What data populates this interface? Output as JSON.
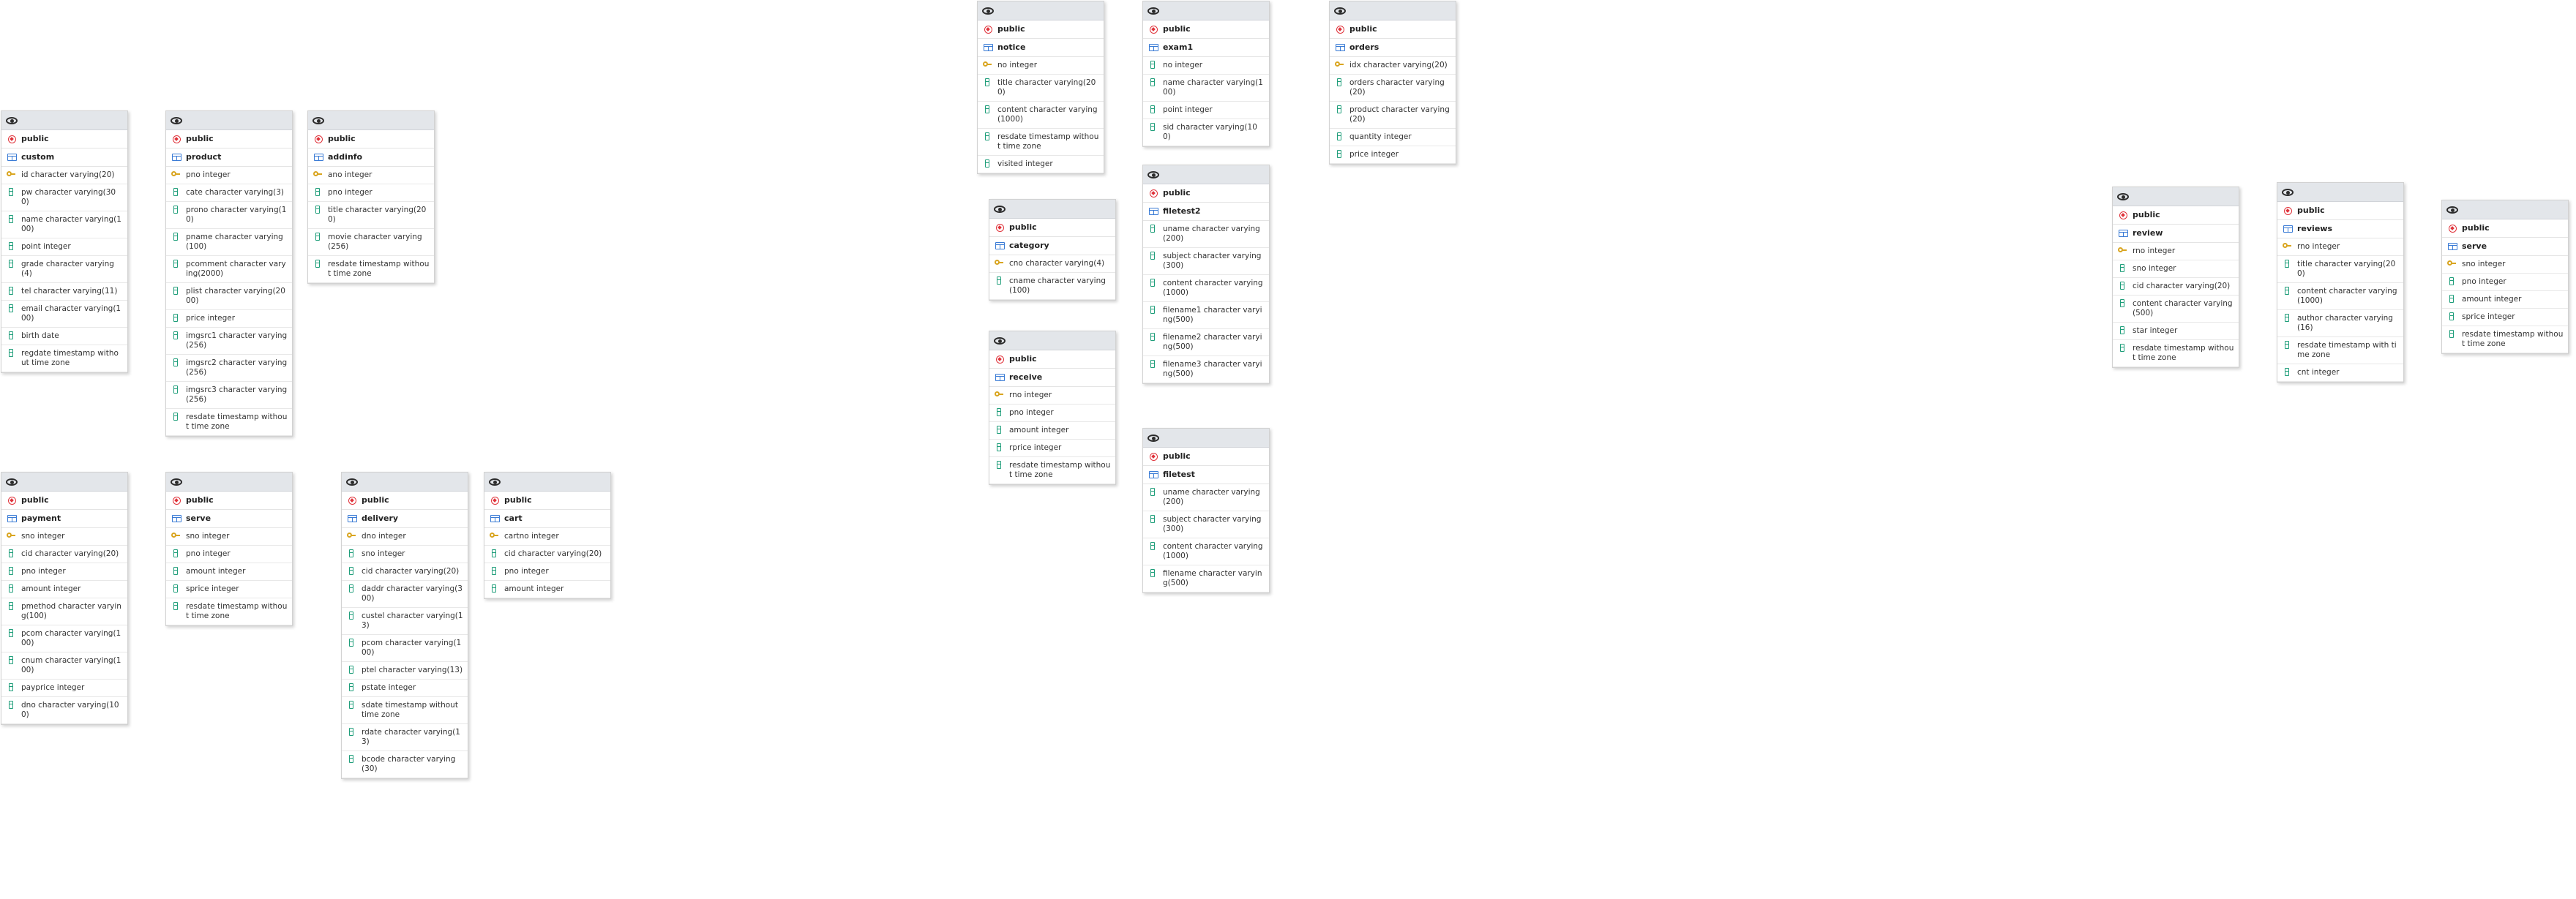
{
  "diagram": {
    "tables": [
      {
        "id": "custom",
        "schema": "public",
        "name": "custom",
        "columns": [
          {
            "key": true,
            "text": "id character varying(20)"
          },
          {
            "key": false,
            "text": "pw character varying(300)"
          },
          {
            "key": false,
            "text": "name character varying(100)"
          },
          {
            "key": false,
            "text": "point integer"
          },
          {
            "key": false,
            "text": "grade character varying(4)"
          },
          {
            "key": false,
            "text": "tel character varying(11)"
          },
          {
            "key": false,
            "text": "email character varying(100)"
          },
          {
            "key": false,
            "text": "birth date"
          },
          {
            "key": false,
            "text": "regdate timestamp without time zone"
          }
        ]
      },
      {
        "id": "product",
        "schema": "public",
        "name": "product",
        "columns": [
          {
            "key": true,
            "text": "pno integer"
          },
          {
            "key": false,
            "text": "cate character varying(3)"
          },
          {
            "key": false,
            "text": "prono character varying(10)"
          },
          {
            "key": false,
            "text": "pname character varying(100)"
          },
          {
            "key": false,
            "text": "pcomment character varying(2000)"
          },
          {
            "key": false,
            "text": "plist character varying(2000)"
          },
          {
            "key": false,
            "text": "price integer"
          },
          {
            "key": false,
            "text": "imgsrc1 character varying(256)"
          },
          {
            "key": false,
            "text": "imgsrc2 character varying(256)"
          },
          {
            "key": false,
            "text": "imgsrc3 character varying(256)"
          },
          {
            "key": false,
            "text": "resdate timestamp without time zone"
          }
        ]
      },
      {
        "id": "addinfo",
        "schema": "public",
        "name": "addinfo",
        "columns": [
          {
            "key": true,
            "text": "ano integer"
          },
          {
            "key": false,
            "text": "pno integer"
          },
          {
            "key": false,
            "text": "title character varying(200)"
          },
          {
            "key": false,
            "text": "movie character varying(256)"
          },
          {
            "key": false,
            "text": "resdate timestamp without time zone"
          }
        ]
      },
      {
        "id": "payment",
        "schema": "public",
        "name": "payment",
        "columns": [
          {
            "key": true,
            "text": "sno integer"
          },
          {
            "key": false,
            "text": "cid character varying(20)"
          },
          {
            "key": false,
            "text": "pno integer"
          },
          {
            "key": false,
            "text": "amount integer"
          },
          {
            "key": false,
            "text": "pmethod character varying(100)"
          },
          {
            "key": false,
            "text": "pcom character varying(100)"
          },
          {
            "key": false,
            "text": "cnum character varying(100)"
          },
          {
            "key": false,
            "text": "payprice integer"
          },
          {
            "key": false,
            "text": "dno character varying(100)"
          }
        ]
      },
      {
        "id": "serve1",
        "schema": "public",
        "name": "serve",
        "columns": [
          {
            "key": true,
            "text": "sno integer"
          },
          {
            "key": false,
            "text": "pno integer"
          },
          {
            "key": false,
            "text": "amount integer"
          },
          {
            "key": false,
            "text": "sprice integer"
          },
          {
            "key": false,
            "text": "resdate timestamp without time zone"
          }
        ]
      },
      {
        "id": "delivery",
        "schema": "public",
        "name": "delivery",
        "columns": [
          {
            "key": true,
            "text": "dno integer"
          },
          {
            "key": false,
            "text": "sno integer"
          },
          {
            "key": false,
            "text": "cid character varying(20)"
          },
          {
            "key": false,
            "text": "daddr character varying(300)"
          },
          {
            "key": false,
            "text": "custel character varying(13)"
          },
          {
            "key": false,
            "text": "pcom character varying(100)"
          },
          {
            "key": false,
            "text": "ptel character varying(13)"
          },
          {
            "key": false,
            "text": "pstate integer"
          },
          {
            "key": false,
            "text": "sdate timestamp without time zone"
          },
          {
            "key": false,
            "text": "rdate character varying(13)"
          },
          {
            "key": false,
            "text": "bcode character varying(30)"
          }
        ]
      },
      {
        "id": "cart",
        "schema": "public",
        "name": "cart",
        "columns": [
          {
            "key": true,
            "text": "cartno integer"
          },
          {
            "key": false,
            "text": "cid character varying(20)"
          },
          {
            "key": false,
            "text": "pno integer"
          },
          {
            "key": false,
            "text": "amount integer"
          }
        ]
      },
      {
        "id": "notice",
        "schema": "public",
        "name": "notice",
        "columns": [
          {
            "key": true,
            "text": "no integer"
          },
          {
            "key": false,
            "text": "title character varying(200)"
          },
          {
            "key": false,
            "text": "content character varying(1000)"
          },
          {
            "key": false,
            "text": "resdate timestamp without time zone"
          },
          {
            "key": false,
            "text": "visited integer"
          }
        ]
      },
      {
        "id": "category",
        "schema": "public",
        "name": "category",
        "columns": [
          {
            "key": true,
            "text": "cno character varying(4)"
          },
          {
            "key": false,
            "text": "cname character varying(100)"
          }
        ]
      },
      {
        "id": "receive",
        "schema": "public",
        "name": "receive",
        "columns": [
          {
            "key": true,
            "text": "rno integer"
          },
          {
            "key": false,
            "text": "pno integer"
          },
          {
            "key": false,
            "text": "amount integer"
          },
          {
            "key": false,
            "text": "rprice integer"
          },
          {
            "key": false,
            "text": "resdate timestamp without time zone"
          }
        ]
      },
      {
        "id": "exam1",
        "schema": "public",
        "name": "exam1",
        "columns": [
          {
            "key": false,
            "text": "no integer"
          },
          {
            "key": false,
            "text": "name character varying(100)"
          },
          {
            "key": false,
            "text": "point integer"
          },
          {
            "key": false,
            "text": "sid character varying(100)"
          }
        ]
      },
      {
        "id": "filetest2",
        "schema": "public",
        "name": "filetest2",
        "columns": [
          {
            "key": false,
            "text": "uname character varying(200)"
          },
          {
            "key": false,
            "text": "subject character varying(300)"
          },
          {
            "key": false,
            "text": "content character varying(1000)"
          },
          {
            "key": false,
            "text": "filename1 character varying(500)"
          },
          {
            "key": false,
            "text": "filename2 character varying(500)"
          },
          {
            "key": false,
            "text": "filename3 character varying(500)"
          }
        ]
      },
      {
        "id": "filetest",
        "schema": "public",
        "name": "filetest",
        "columns": [
          {
            "key": false,
            "text": "uname character varying(200)"
          },
          {
            "key": false,
            "text": "subject character varying(300)"
          },
          {
            "key": false,
            "text": "content character varying(1000)"
          },
          {
            "key": false,
            "text": "filename character varying(500)"
          }
        ]
      },
      {
        "id": "orders",
        "schema": "public",
        "name": "orders",
        "columns": [
          {
            "key": true,
            "text": "idx character varying(20)"
          },
          {
            "key": false,
            "text": "orders character varying(20)"
          },
          {
            "key": false,
            "text": "product character varying(20)"
          },
          {
            "key": false,
            "text": "quantity integer"
          },
          {
            "key": false,
            "text": "price integer"
          }
        ]
      },
      {
        "id": "review",
        "schema": "public",
        "name": "review",
        "columns": [
          {
            "key": true,
            "text": "rno integer"
          },
          {
            "key": false,
            "text": "sno integer"
          },
          {
            "key": false,
            "text": "cid character varying(20)"
          },
          {
            "key": false,
            "text": "content character varying(500)"
          },
          {
            "key": false,
            "text": "star integer"
          },
          {
            "key": false,
            "text": "resdate timestamp without time zone"
          }
        ]
      },
      {
        "id": "reviews",
        "schema": "public",
        "name": "reviews",
        "columns": [
          {
            "key": true,
            "text": "rno integer"
          },
          {
            "key": false,
            "text": "title character varying(200)"
          },
          {
            "key": false,
            "text": "content character varying(1000)"
          },
          {
            "key": false,
            "text": "author character varying(16)"
          },
          {
            "key": false,
            "text": "resdate timestamp with time zone"
          },
          {
            "key": false,
            "text": "cnt integer"
          }
        ]
      },
      {
        "id": "serve2",
        "schema": "public",
        "name": "serve",
        "columns": [
          {
            "key": true,
            "text": "sno integer"
          },
          {
            "key": false,
            "text": "pno integer"
          },
          {
            "key": false,
            "text": "amount integer"
          },
          {
            "key": false,
            "text": "sprice integer"
          },
          {
            "key": false,
            "text": "resdate timestamp without time zone"
          }
        ]
      }
    ]
  }
}
